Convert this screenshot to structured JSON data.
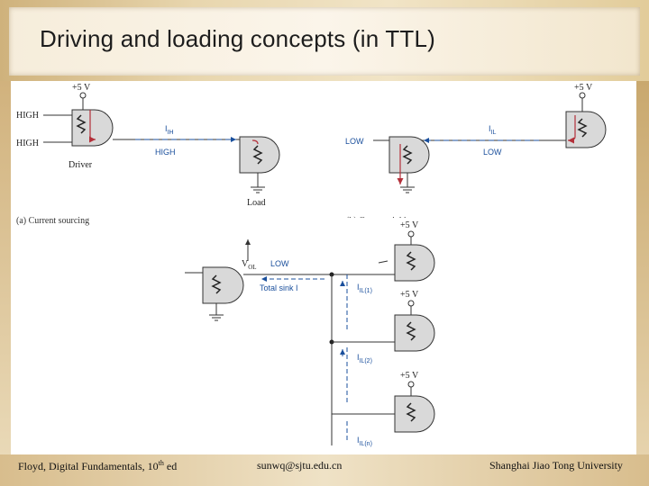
{
  "slide": {
    "title": "Driving and loading concepts (in TTL)"
  },
  "diagram": {
    "supply": "+5 V",
    "high": "HIGH",
    "low": "LOW",
    "iih": "I",
    "iih_sub": "IH",
    "iil": "I",
    "iil_sub": "IL",
    "driver": "Driver",
    "load": "Load",
    "caption_a": "(a) Current sourcing",
    "caption_b": "(b) Current sinking",
    "vol": "V",
    "vol_sub": "OL",
    "total_sink": "Total sink I",
    "iil1_sub": "IL(1)",
    "iil2_sub": "IL(2)",
    "iiln_sub": "IL(n)"
  },
  "footer": {
    "left": "Floyd, Digital Fundamentals, 10",
    "left_sup": "th",
    "left_tail": " ed",
    "center": "sunwq@sjtu.edu.cn",
    "right": "Shanghai Jiao Tong University"
  },
  "colors": {
    "title_bg": "#f6eddb",
    "frame": "#d1b27d",
    "gate_fill": "#d9d9d9",
    "arrow": "#1a4f9c",
    "flow": "#b3303a"
  }
}
